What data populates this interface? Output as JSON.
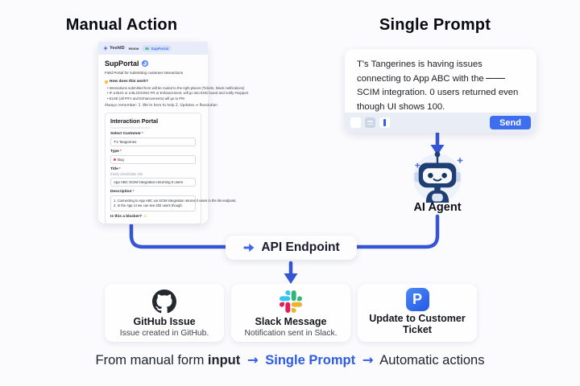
{
  "titles": {
    "left": "Manual Action",
    "right": "Single Prompt"
  },
  "form_app": {
    "brand": "YeshID",
    "nav_home": "Home",
    "nav_supportal": "SupPortal",
    "heading": "SupPortal",
    "subheading": "Field Portal for submitting customer interactions",
    "how_title": "How does this work?",
    "bullets": [
      "Interactions submitted here will be routed to the right places (Tickets, Slack notifications)",
      "IF a BUG or a BLOCKING FR or Enhancement, will go into ENG board and notify #support",
      "ELSE (all FR's and Enhancements) will go to PM"
    ],
    "remember": "Always remember: 1. We're here to help 2. Updates ↔ Resolution",
    "portal_title": "Interaction Portal",
    "required_mark": "*",
    "fields": {
      "customer": {
        "label": "Select Customer",
        "value": "T's Tangerines"
      },
      "type": {
        "label": "Type",
        "value": "Bug"
      },
      "title": {
        "label": "Title",
        "helper": "Easily identifiable title",
        "value": "App ABC SCIM Integration returning 0 users"
      },
      "description": {
        "label": "Description",
        "lines": [
          "1. Connecting to App ABC via SCIM integration returns 0 users in the list endpoint.",
          "2. In the App UI we can see 202 users though."
        ]
      }
    },
    "blocker_label": "Is this a blocker?"
  },
  "prompt": {
    "lines": [
      "T's Tangerines is having issues",
      "connecting to App ABC with the",
      "SCIM integration. 0 users returned even",
      "though UI shows 100."
    ],
    "send_label": "Send"
  },
  "agent_label": "AI Agent",
  "api_label": "API Endpoint",
  "outcomes": [
    {
      "title": "GitHub Issue",
      "subtitle": "Issue created in GitHub."
    },
    {
      "title": "Slack Message",
      "subtitle": "Notification sent in Slack."
    },
    {
      "title": "Update to Customer Ticket",
      "subtitle": ""
    }
  ],
  "caption": {
    "pre": "From manual form",
    "bold": "input",
    "arrow": "→",
    "highlight": "Single Prompt",
    "post": "Automatic actions"
  },
  "colors": {
    "accent_blue": "#3556d4",
    "send_blue": "#3e6ef0",
    "github_dark": "#24292f",
    "pylon_blue": "#2457e6",
    "required_red": "#e5484d",
    "slack": [
      "#36C5F0",
      "#2EB67D",
      "#ECB22E",
      "#E01E5A"
    ]
  }
}
